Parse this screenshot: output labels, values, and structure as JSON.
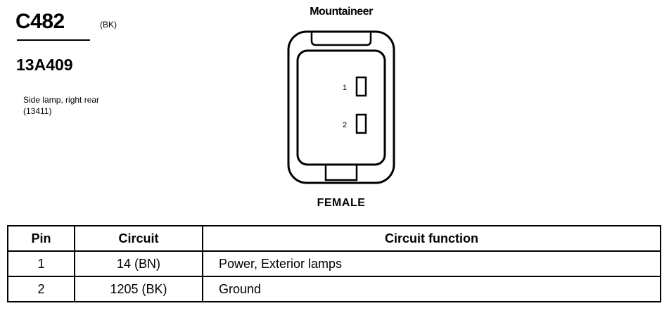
{
  "connector": {
    "id": "C482",
    "color_code": "(BK)",
    "part_number": "13A409",
    "description_line1": "Side lamp, right rear",
    "description_line2": "(13411)"
  },
  "diagram": {
    "vehicle": "Mountaineer",
    "gender": "FEMALE",
    "pin_labels": [
      "1",
      "2"
    ]
  },
  "table": {
    "headers": {
      "pin": "Pin",
      "circuit": "Circuit",
      "function": "Circuit function"
    },
    "rows": [
      {
        "pin": "1",
        "circuit": "14 (BN)",
        "function": "Power, Exterior lamps"
      },
      {
        "pin": "2",
        "circuit": "1205 (BK)",
        "function": "Ground"
      }
    ]
  }
}
